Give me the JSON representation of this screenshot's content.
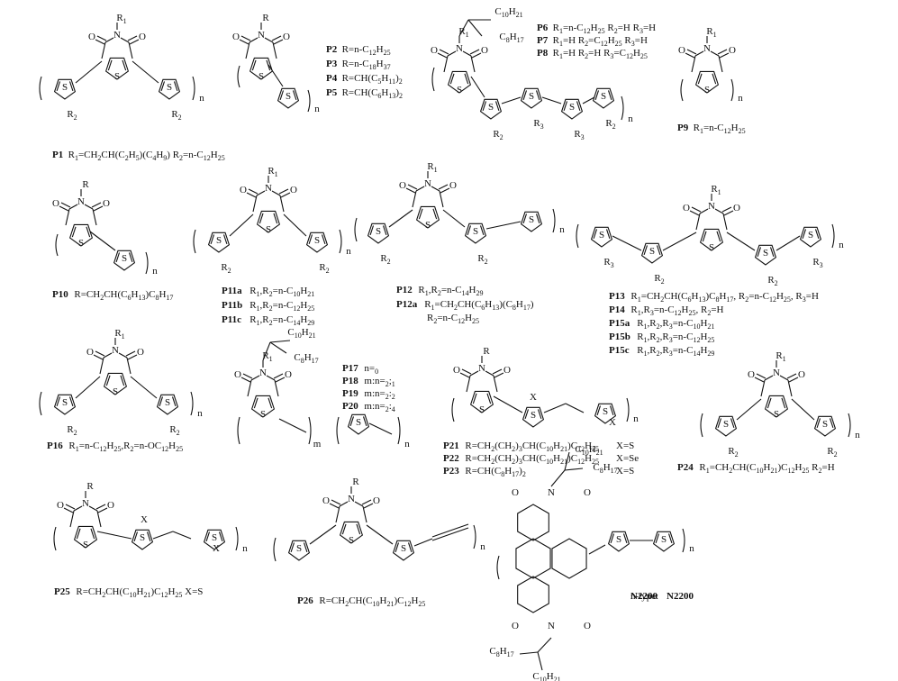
{
  "labels": {
    "p1": {
      "id": "P1",
      "text": "R1=CH2CH(C2H5)(C4H9)  R2=n-C12H25"
    },
    "p2": {
      "id": "P2",
      "text": "R=n-C12H25"
    },
    "p3": {
      "id": "P3",
      "text": "R=n-C18H37"
    },
    "p4": {
      "id": "P4",
      "text": "R=CH(C5H11)2"
    },
    "p5": {
      "id": "P5",
      "text": "R=CH(C6H13)2"
    },
    "p6": {
      "id": "P6",
      "text": "R1=n-C12H25 R2=H R3=H"
    },
    "p7": {
      "id": "P7",
      "text": "R1=H R2=C12H25 R3=H"
    },
    "p8": {
      "id": "P8",
      "text": "R1=H R2=H R3=C12H25"
    },
    "p9": {
      "id": "P9",
      "text": "R1=n-C12H25"
    },
    "p10": {
      "id": "P10",
      "text": "R=CH2CH(C6H13)C8H17"
    },
    "p11a": {
      "id": "P11a",
      "text": "R1,R2=n-C10H21"
    },
    "p11b": {
      "id": "P11b",
      "text": "R1,R2=n-C12H25"
    },
    "p11c": {
      "id": "P11c",
      "text": "R1,R2=n-C14H29"
    },
    "p12": {
      "id": "P12",
      "text": "R1,R2=n-C14H29"
    },
    "p12a": {
      "id": "P12a",
      "text": "R1=CH2CH(C6H13)(C8H17)"
    },
    "p12a2": {
      "text": "R2=n-C12H25"
    },
    "p13": {
      "id": "P13",
      "text": "R1=CH2CH(C6H13)C8H17, R2=n-C12H25, R3=H"
    },
    "p14": {
      "id": "P14",
      "text": "R1,R3=n-C12H25, R2=H"
    },
    "p15a": {
      "id": "P15a",
      "text": "R1,R2,R3=n-C10H21"
    },
    "p15b": {
      "id": "P15b",
      "text": "R1,R2,R3=n-C12H25"
    },
    "p15c": {
      "id": "P15c",
      "text": "R1,R2,R3=n-C14H29"
    },
    "p16": {
      "id": "P16",
      "text": "R1=n-C12H25,R2=n-OC12H25"
    },
    "p17": {
      "id": "P17",
      "text": "n=0"
    },
    "p18": {
      "id": "P18",
      "text": "m:n=2;1"
    },
    "p19": {
      "id": "P19",
      "text": "m:n=2:2"
    },
    "p20": {
      "id": "P20",
      "text": "m:n=2:4"
    },
    "p21": {
      "id": "P21",
      "text": "R=CH2(CH2)3CH(C10H21)C12H25",
      "x": "X=S"
    },
    "p22": {
      "id": "P22",
      "text": "R=CH2(CH2)3CH(C10H21)C12H25",
      "x": "X=Se"
    },
    "p23": {
      "id": "P23",
      "text": "R=CH(C8H17)2",
      "x": "X=S"
    },
    "p24": {
      "id": "P24",
      "text": "R1=CH2CH(C10H21)C12H25   R2=H"
    },
    "p25": {
      "id": "P25",
      "text": "R=CH2CH(C10H21)C12H25   X=S"
    },
    "p26": {
      "id": "P26",
      "text": "R=CH2CH(C10H21)C12H25"
    },
    "n2200": {
      "prefix": "n-type:",
      "id": "N2200"
    }
  },
  "atoms": {
    "R": "R",
    "R1": "R1",
    "R2": "R2",
    "R3": "R3",
    "N": "N",
    "O": "O",
    "S": "S",
    "X": "X",
    "n": "n",
    "m": "m",
    "C10H21": "C10H21",
    "C8H17": "C8H17"
  }
}
